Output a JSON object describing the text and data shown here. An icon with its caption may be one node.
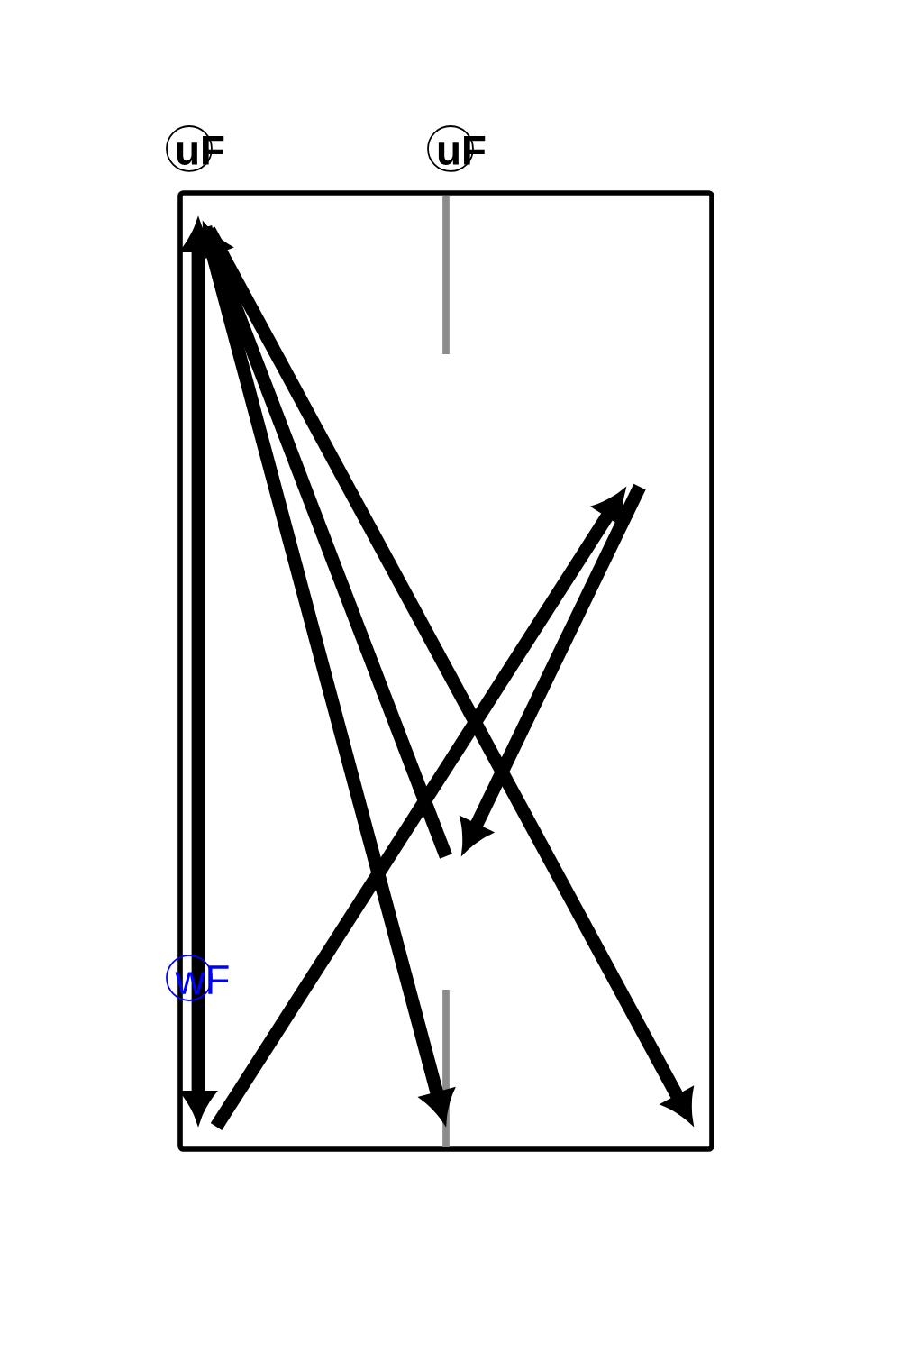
{
  "diagram": {
    "nodes": [
      {
        "text": [
          "uF"
        ]
      },
      {
        "text": [
          "uF"
        ]
      },
      {
        "text": [
          "wF"
        ]
      }
    ]
  }
}
